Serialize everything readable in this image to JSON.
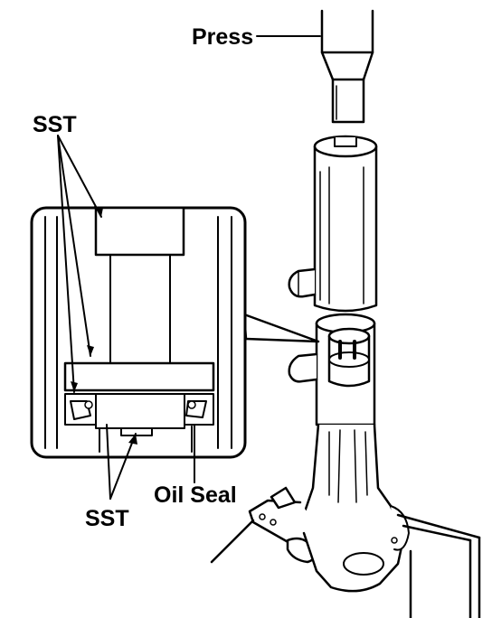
{
  "labels": {
    "press": "Press",
    "sst_top": "SST",
    "sst_bottom": "SST",
    "oil_seal": "Oil Seal"
  },
  "colors": {
    "line": "#000000",
    "background": "#ffffff"
  }
}
